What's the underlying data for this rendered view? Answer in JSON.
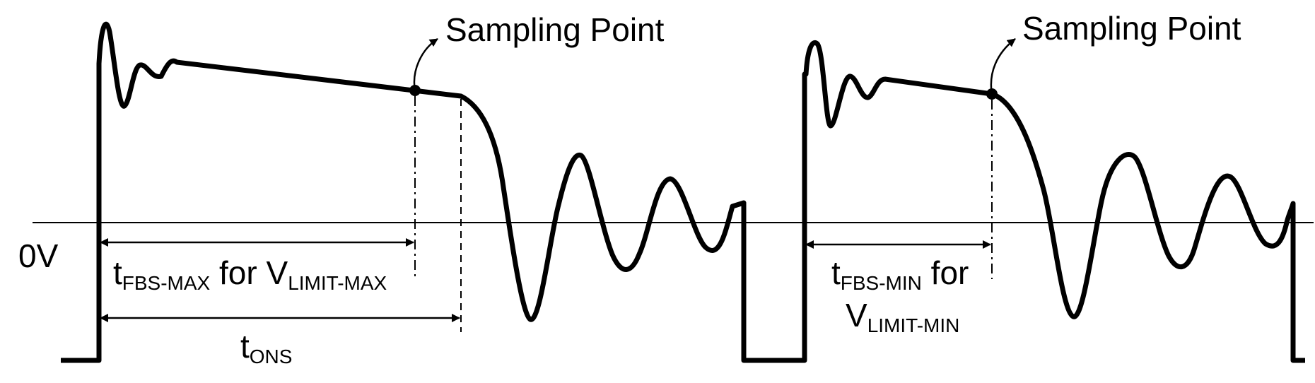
{
  "zero_label": "0V",
  "sampling_label_left": "Sampling Point",
  "sampling_label_right": "Sampling Point",
  "tfbs_max": {
    "t": "t",
    "t_sub": "FBS-MAX",
    "mid": " for V",
    "v_sub": "LIMIT-MAX"
  },
  "tons": {
    "t": "t",
    "t_sub": "ONS"
  },
  "tfbs_min": {
    "t": "t",
    "t_sub": "FBS-MIN",
    "mid": " for",
    "v": "V",
    "v_sub": "LIMIT-MIN"
  },
  "colors": {
    "ink": "#000000",
    "background": "#ffffff"
  }
}
